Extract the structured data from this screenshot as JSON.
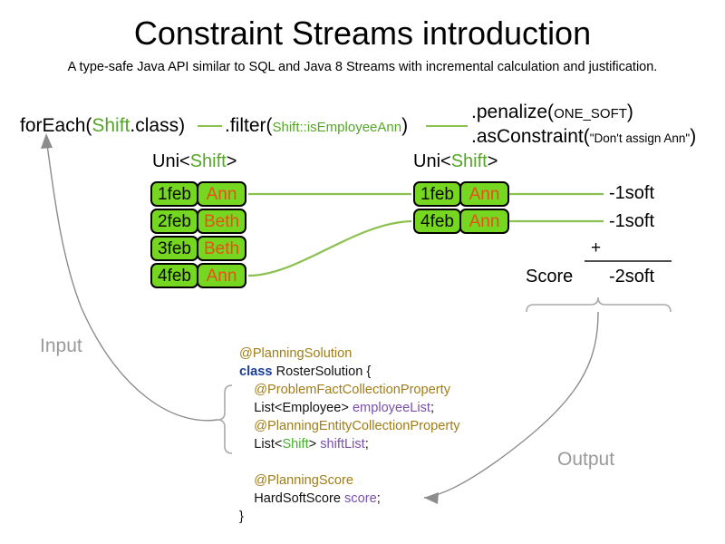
{
  "title": "Constraint Streams introduction",
  "subtitle": "A type-safe Java API similar to SQL and Java 8 Streams with incremental calculation and justification.",
  "pipeline": {
    "foreach": {
      "prefix": "forEach(",
      "type": "Shift",
      "suffix": ".class)"
    },
    "filter": {
      "prefix": ".filter(",
      "arg": "Shift::isEmployeeAnn",
      "suffix": ")"
    },
    "penalize": {
      "prefix": ".penalize(",
      "arg": "ONE_SOFT",
      "suffix": ")"
    },
    "as_constraint": {
      "prefix": ".asConstraint(",
      "arg": "\"Don't assign Ann\"",
      "suffix": ")"
    }
  },
  "streams": {
    "left": {
      "label_prefix": "Uni<",
      "label_type": "Shift",
      "label_suffix": ">",
      "rows": [
        {
          "date": "1feb",
          "name": "Ann"
        },
        {
          "date": "2feb",
          "name": "Beth"
        },
        {
          "date": "3feb",
          "name": "Beth"
        },
        {
          "date": "4feb",
          "name": "Ann"
        }
      ]
    },
    "right": {
      "label_prefix": "Uni<",
      "label_type": "Shift",
      "label_suffix": ">",
      "rows": [
        {
          "date": "1feb",
          "name": "Ann"
        },
        {
          "date": "4feb",
          "name": "Ann"
        }
      ]
    }
  },
  "score": {
    "penalties": [
      "-1soft",
      "-1soft"
    ],
    "operator": "+",
    "label": "Score",
    "total": "-2soft"
  },
  "annotations": {
    "input": "Input",
    "output": "Output"
  },
  "code": {
    "lines": [
      {
        "type": "annotation",
        "text": "@PlanningSolution",
        "indent": 0
      },
      {
        "type": "class_decl",
        "keyword": "class",
        "name": "RosterSolution {",
        "indent": 0
      },
      {
        "type": "annotation",
        "text": "@ProblemFactCollectionProperty",
        "indent": 1
      },
      {
        "type": "field",
        "declared": "List<Employee> ",
        "var": "employeeList",
        "semi": ";",
        "indent": 1
      },
      {
        "type": "annotation",
        "text": "@PlanningEntityCollectionProperty",
        "indent": 1
      },
      {
        "type": "field_generic",
        "pre": "List<",
        "generic": "Shift",
        "post": "> ",
        "var": "shiftList",
        "semi": ";",
        "indent": 1
      },
      {
        "type": "blank"
      },
      {
        "type": "annotation",
        "text": "@PlanningScore",
        "indent": 1
      },
      {
        "type": "field",
        "declared": "HardSoftScore ",
        "var": "score",
        "semi": ";",
        "indent": 1
      },
      {
        "type": "close",
        "text": "}",
        "indent": 0
      }
    ]
  },
  "colors": {
    "green_accent": "#55a628",
    "box_fill": "#76d720",
    "box_border": "#000000",
    "name_text": "#e8501a",
    "annotation": "#a07d16",
    "keyword": "#1b3f94",
    "variable": "#7a4fb0",
    "arrow_gray": "#9a9a9a",
    "link_green": "#8cc152"
  }
}
